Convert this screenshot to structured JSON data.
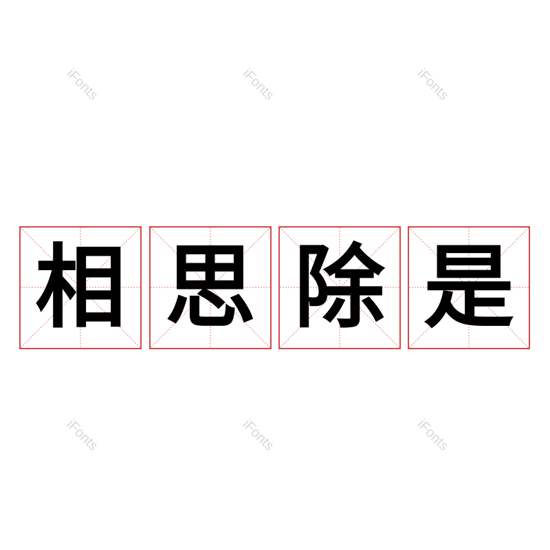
{
  "watermark": {
    "text": "iFonts"
  },
  "characters": [
    {
      "glyph": "相"
    },
    {
      "glyph": "思"
    },
    {
      "glyph": "除"
    },
    {
      "glyph": "是"
    }
  ],
  "colors": {
    "grid": "#d24a4a",
    "glyph": "#000000",
    "watermark": "#d8d8d8"
  }
}
